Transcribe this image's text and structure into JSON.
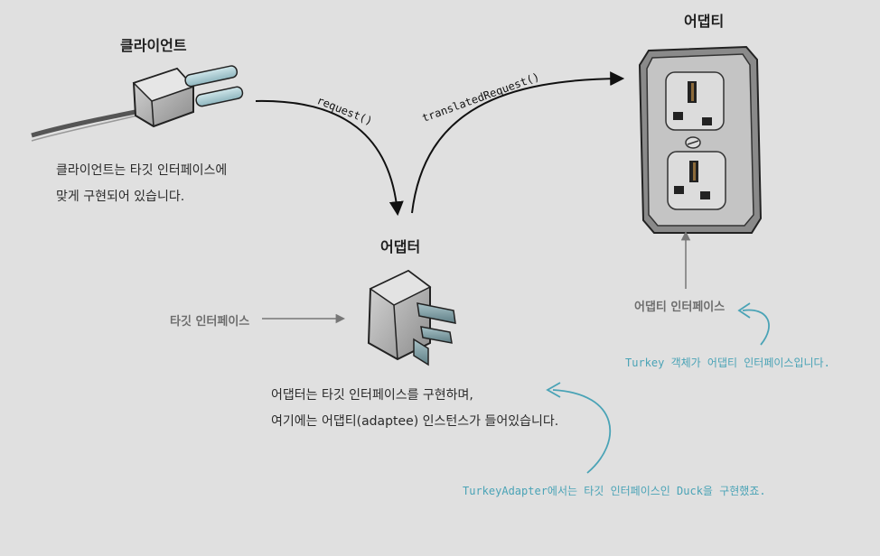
{
  "client": {
    "title": "클라이언트",
    "description_line1": "클라이언트는 타깃 인터페이스에",
    "description_line2": "맞게 구현되어 있습니다."
  },
  "adapter": {
    "title": "어댑터",
    "description_line1": "어댑터는 타깃 인터페이스를 구현하며,",
    "description_line2": "여기에는 어댑티(adaptee) 인스턴스가 들어있습니다.",
    "target_interface_label": "타깃 인터페이스"
  },
  "adaptee": {
    "title": "어댑티",
    "interface_label": "어댑티 인터페이스"
  },
  "calls": {
    "request": "request()",
    "translated_request": "translatedRequest()"
  },
  "notes": {
    "turkey": "Turkey 객체가 어댑티 인터페이스입니다.",
    "turkey_adapter": "TurkeyAdapter에서는 타깃 인터페이스인 Duck을 구현했죠."
  },
  "colors": {
    "background": "#e0e0e0",
    "note_accent": "#4aa3b6",
    "arrow": "#111111",
    "grey_arrow": "#777777"
  }
}
